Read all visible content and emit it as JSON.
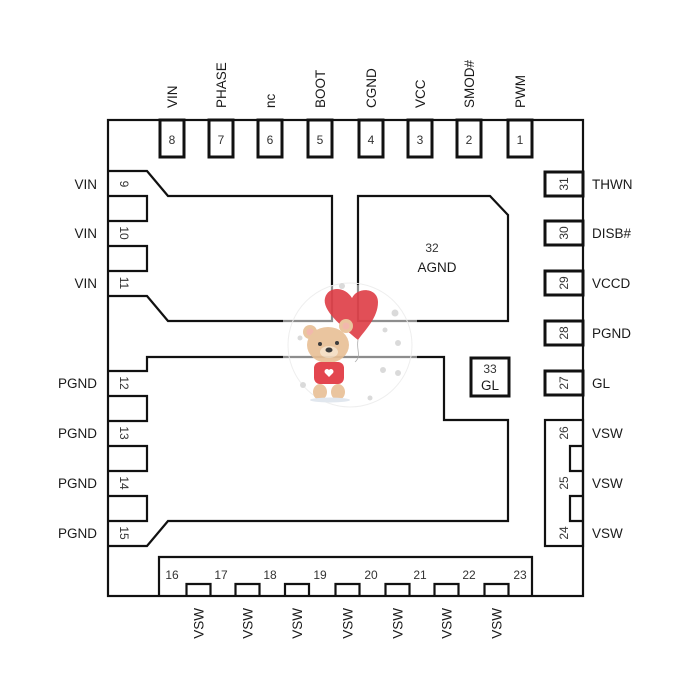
{
  "diagram": {
    "title": "",
    "package": "QFN pinout (top view)",
    "pins_top": [
      {
        "num": "8",
        "name": "VIN"
      },
      {
        "num": "7",
        "name": "PHASE"
      },
      {
        "num": "6",
        "name": "nc"
      },
      {
        "num": "5",
        "name": "BOOT"
      },
      {
        "num": "4",
        "name": "CGND"
      },
      {
        "num": "3",
        "name": "VCC"
      },
      {
        "num": "2",
        "name": "SMOD#"
      },
      {
        "num": "1",
        "name": "PWM"
      }
    ],
    "pins_left": [
      {
        "num": "9",
        "name": "VIN"
      },
      {
        "num": "10",
        "name": "VIN"
      },
      {
        "num": "11",
        "name": "VIN"
      },
      {
        "num": "12",
        "name": "PGND"
      },
      {
        "num": "13",
        "name": "PGND"
      },
      {
        "num": "14",
        "name": "PGND"
      },
      {
        "num": "15",
        "name": "PGND"
      }
    ],
    "pins_bottom": [
      {
        "num": "16",
        "name": ""
      },
      {
        "num": "17",
        "name": "VSW"
      },
      {
        "num": "18",
        "name": "VSW"
      },
      {
        "num": "19",
        "name": "VSW"
      },
      {
        "num": "20",
        "name": "VSW"
      },
      {
        "num": "21",
        "name": "VSW"
      },
      {
        "num": "22",
        "name": "VSW"
      },
      {
        "num": "23",
        "name": "VSW"
      }
    ],
    "pins_right": [
      {
        "num": "31",
        "name": "THWN"
      },
      {
        "num": "30",
        "name": "DISB#"
      },
      {
        "num": "29",
        "name": "VCCD"
      },
      {
        "num": "28",
        "name": "PGND"
      },
      {
        "num": "27",
        "name": "GL"
      },
      {
        "num": "26",
        "name": "VSW"
      },
      {
        "num": "25",
        "name": "VSW"
      },
      {
        "num": "24",
        "name": "VSW"
      }
    ],
    "pads": [
      {
        "num": "32",
        "name": "AGND"
      },
      {
        "num": "33",
        "name": "GL"
      }
    ],
    "overlay": {
      "description": "teddy bear holding heart balloon",
      "icon": "teddy-bear-sticker"
    },
    "colors": {
      "line": "#111111",
      "text": "#1a1a1a",
      "heart": "#e0464f",
      "bear": "#e9c29a"
    }
  }
}
